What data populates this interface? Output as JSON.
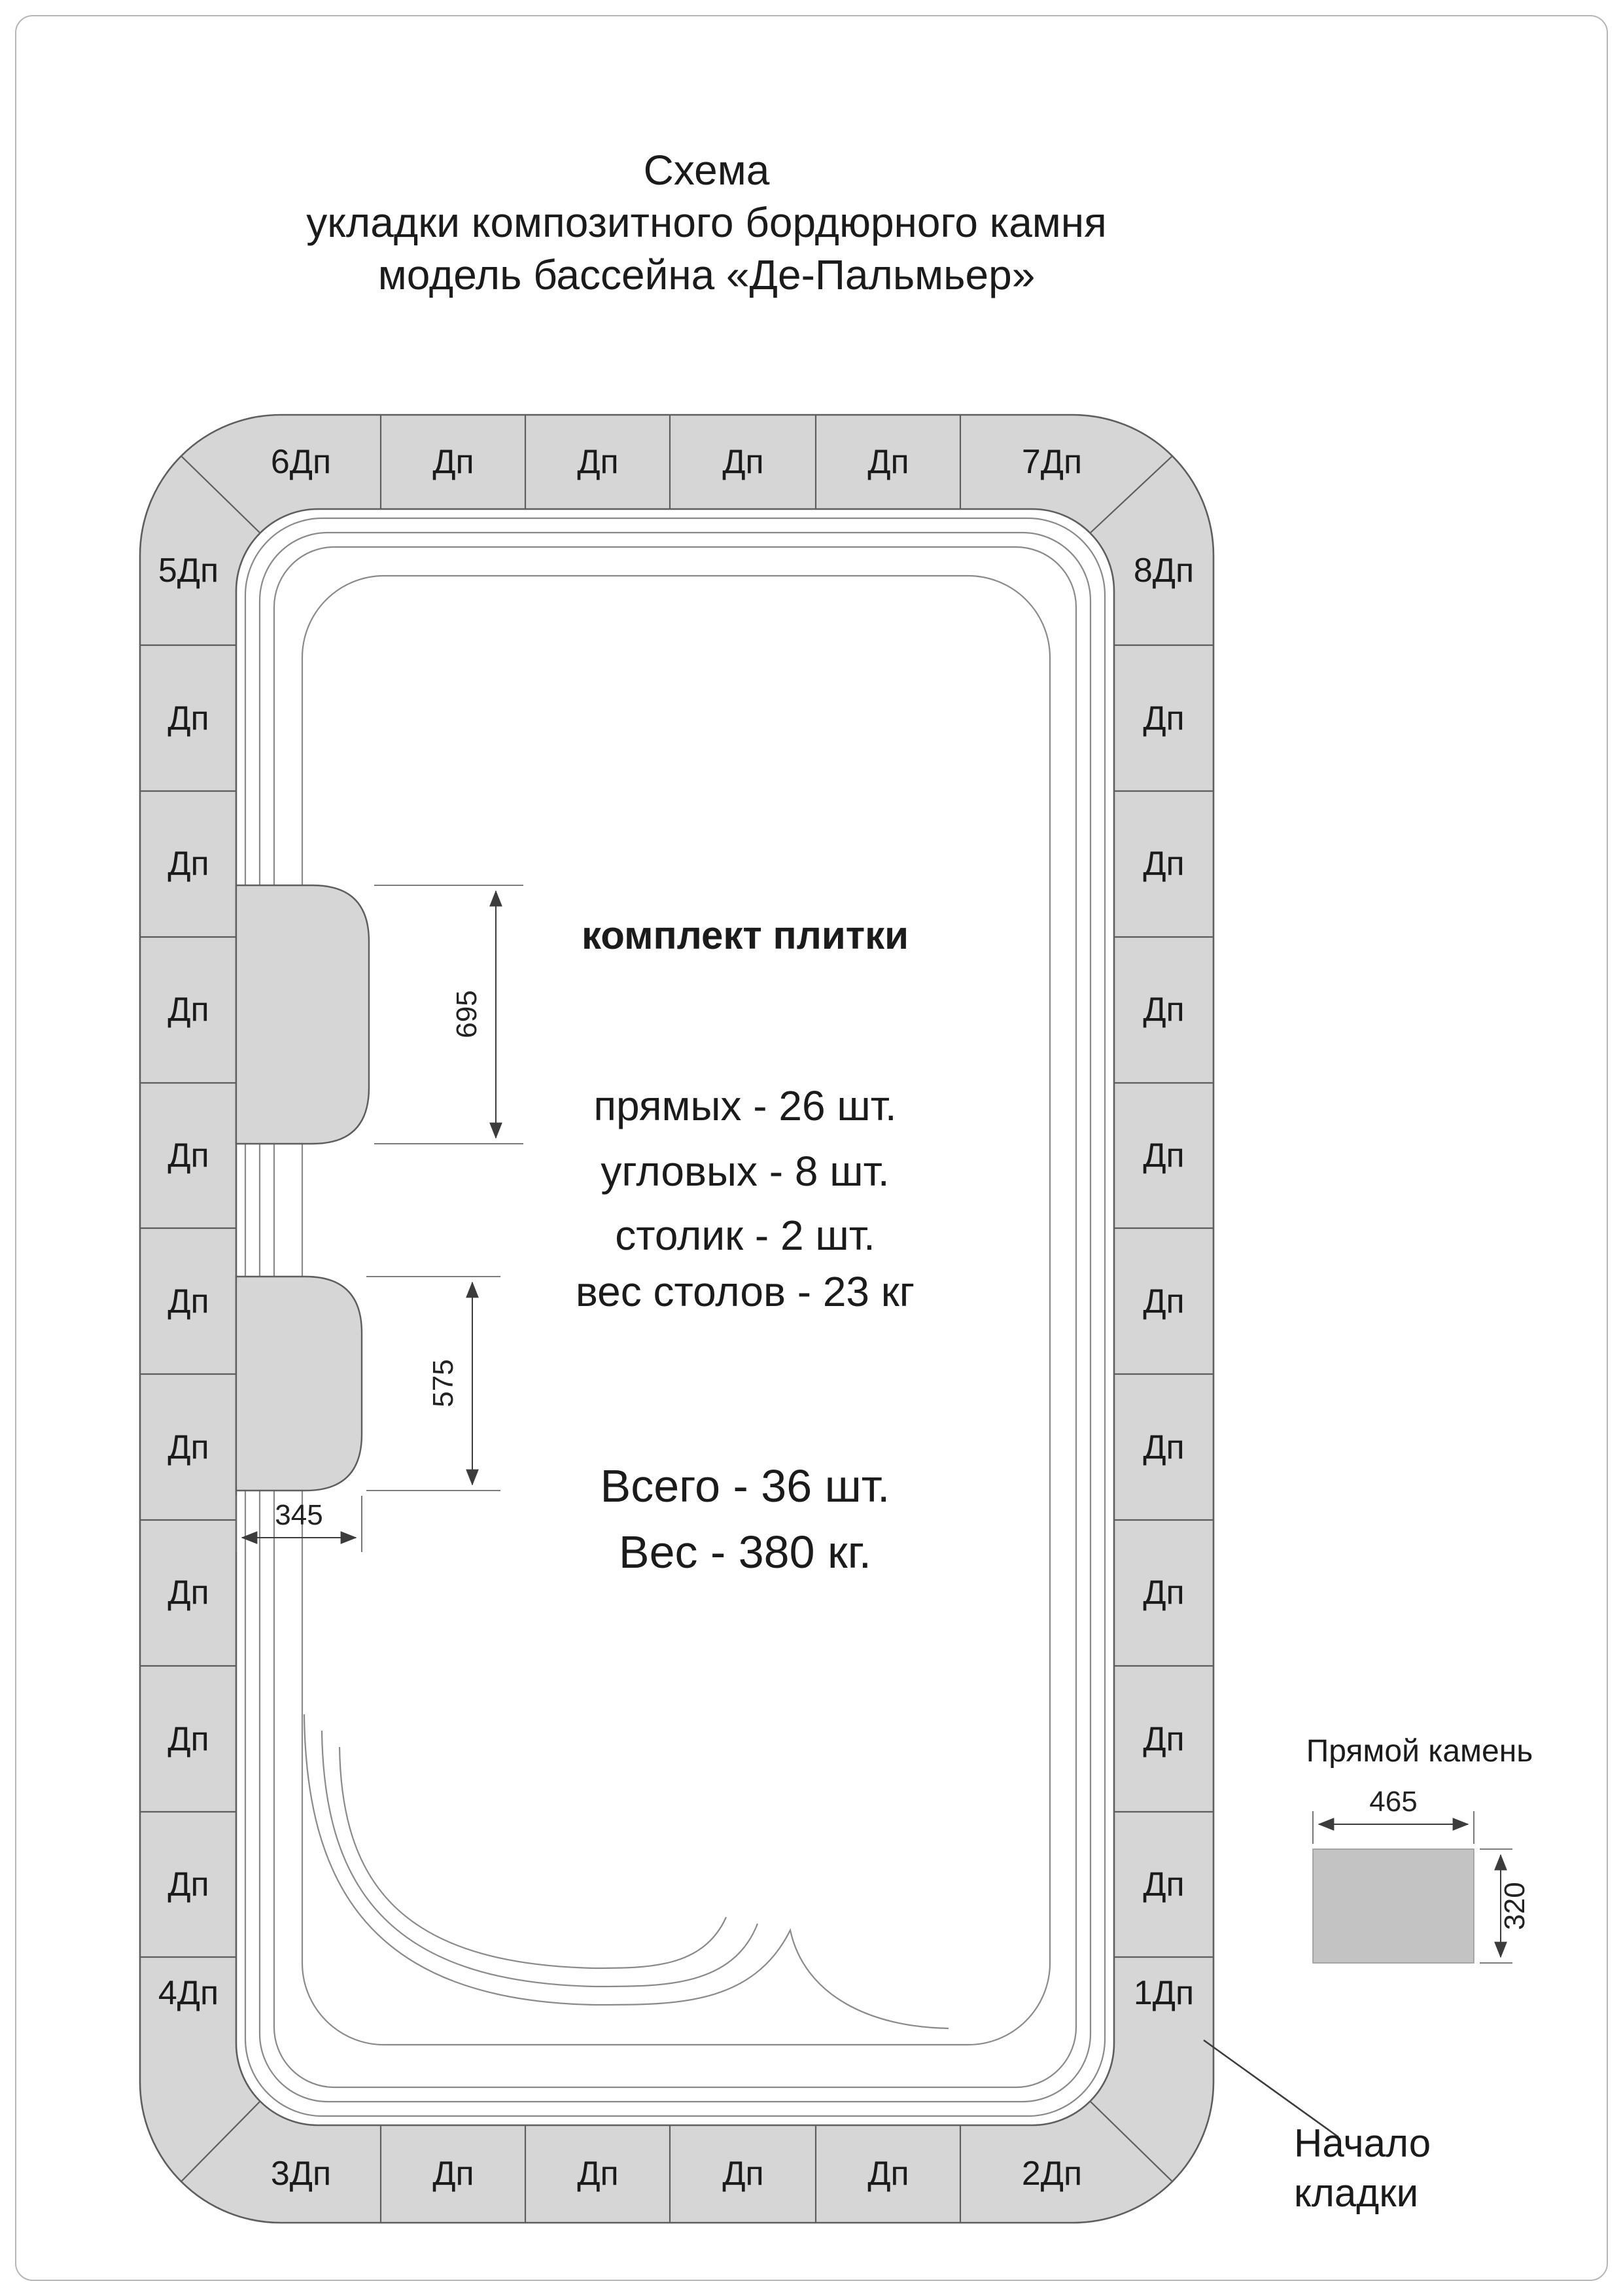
{
  "title": {
    "line1": "Схема",
    "line2": "укладки композитного бордюрного камня",
    "line3": "модель бассейна «Де-Пальмьер»"
  },
  "tiles": {
    "straight_label": "Дп",
    "corner_labels": {
      "c1": "1Дп",
      "c2": "2Дп",
      "c3": "3Дп",
      "c4": "4Дп",
      "c5": "5Дп",
      "c6": "6Дп",
      "c7": "7Дп",
      "c8": "8Дп"
    }
  },
  "info": {
    "heading": "комплект плитки",
    "lines": [
      "прямых - 26 шт.",
      "угловых - 8 шт.",
      "столик - 2 шт.",
      "вес столов - 23 кг"
    ],
    "total_lines": [
      "Всего - 36 шт.",
      "Вес -  380 кг."
    ]
  },
  "dimensions": {
    "table1_height": "695",
    "table2_height": "575",
    "table_width": "345"
  },
  "legend": {
    "title": "Прямой камень",
    "width": "465",
    "height": "320"
  },
  "annotation": {
    "line1": "Начало",
    "line2": "кладки"
  },
  "colors": {
    "tile_fill": "#d6d6d6",
    "tile_stroke": "#5e5e5e",
    "outline_stroke": "#8a8a8a",
    "dim_stroke": "#3c3c3c",
    "text": "#1b1b1b",
    "legend_fill": "#c3c3c3"
  }
}
